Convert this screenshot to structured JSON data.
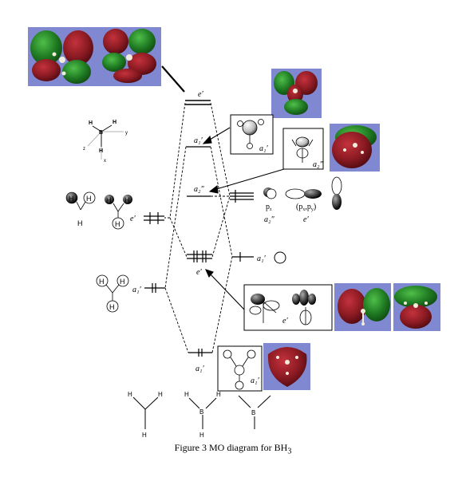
{
  "caption": {
    "prefix": "Figure 3 MO diagram for BH",
    "sub": "3"
  },
  "mo_labels": {
    "e_top": "e′",
    "a1_upper": "a₁′",
    "a2": "a₂″",
    "e_mid": "e′",
    "a1_bottom": "a₁′"
  },
  "boron": {
    "pz": "p",
    "pz_sub": "z",
    "pz_sym": "a₂″",
    "pxpy": "(p",
    "pxpy_x": "x",
    "pxpy_comma": ",p",
    "pxpy_y": "y",
    "pxpy_close": ")",
    "pxpy_sym": "e′",
    "s_sym": "a₁′"
  },
  "ligand": {
    "e_label": "e′",
    "a1_label": "a₁′",
    "h_atom": "H"
  },
  "inset_labels": {
    "a1_box_top": "a₁′",
    "a2_box": "a₂″",
    "e_box": "e′",
    "a1_box_bottom": "a₁′"
  },
  "axes": {
    "x": "x",
    "y": "y",
    "z": "z",
    "b": "B",
    "h": "H"
  },
  "structures": {
    "h": "H",
    "b": "B"
  },
  "colors": {
    "mo_bg": "#8088d2",
    "green_lobe": "#1f7a22",
    "red_lobe": "#8a1a22"
  }
}
